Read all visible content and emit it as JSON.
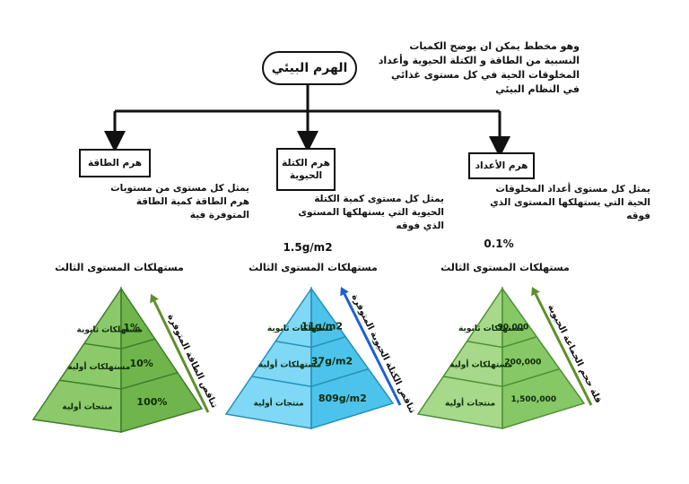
{
  "title": "الهرم البيئي",
  "definition": "وهو مخطط يمكن ان يوضح الكميات النسبية من الطاقة و الكتلة الحيوية وأعداد المخلوقات الحية في كل مستوى غذائي في النظام البيئي",
  "categories": [
    {
      "label": "هرم الطاقة",
      "description": "يمثل كل مستوى من مستويات هرم الطاقة كمية الطاقة المتوفرة فية"
    },
    {
      "label": "هرم الكتلة الحيوية",
      "description": "يمثل كل مستوى كمية الكتلة الحيوية التي يستهلكها المستوى الذي فوقه"
    },
    {
      "label": "هرم الأعداد",
      "description": "يمثل كل مستوى أعداد المخلوقات الحية التي يستهلكها المستوى الذي فوقه"
    }
  ],
  "pyramids": [
    {
      "top_value": "",
      "title": "مستهلكات المستوى الثالث",
      "levels": [
        {
          "name": "مستهلكات ثانوية",
          "value": "1%"
        },
        {
          "name": "مستهلكات أولية",
          "value": "10%"
        },
        {
          "name": "منتجات أولية",
          "value": "100%"
        }
      ],
      "arrow_label": "تناقص الطاقة المتوفرة",
      "colors": {
        "light": "#8cc96a",
        "mid": "#6fb54c",
        "dark": "#3f7d2a",
        "arrow": "#5f8f2c"
      }
    },
    {
      "top_value": "1.5g/m2",
      "title": "مستهلكات المستوى الثالث",
      "levels": [
        {
          "name": "مستهلكات ثانوية",
          "value": "11g/m2"
        },
        {
          "name": "مستهلكات أولية",
          "value": "37g/m2"
        },
        {
          "name": "منتجات أولية",
          "value": "809g/m2"
        }
      ],
      "arrow_label": "تناقص الكتلة الحيوية المتوفرة",
      "colors": {
        "light": "#7fd8f5",
        "mid": "#4cc3ea",
        "dark": "#2590b8",
        "arrow": "#1f5fd6"
      }
    },
    {
      "top_value": "0.1%",
      "title": "مستهلكات المستوى الثالث",
      "levels": [
        {
          "name": "مستهلكات ثانوية",
          "value": "90,000"
        },
        {
          "name": "مستهلكات أولية",
          "value": "200,000"
        },
        {
          "name": "منتجات أولية",
          "value": "1,500,000"
        }
      ],
      "arrow_label": "قلة حجم الجماعة الحيوية",
      "colors": {
        "light": "#a6d98a",
        "mid": "#86c766",
        "dark": "#4f8f35",
        "arrow": "#5f8f2c"
      }
    }
  ]
}
